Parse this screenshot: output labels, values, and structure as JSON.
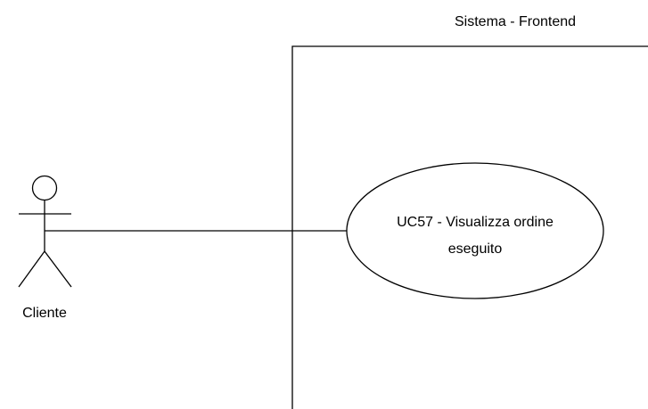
{
  "system_boundary": {
    "title": "Sistema - Frontend"
  },
  "actor": {
    "name": "Cliente"
  },
  "use_case": {
    "line1": "UC57 - Visualizza ordine",
    "line2": "eseguito"
  },
  "colors": {
    "stroke": "#000000",
    "background": "#ffffff"
  }
}
